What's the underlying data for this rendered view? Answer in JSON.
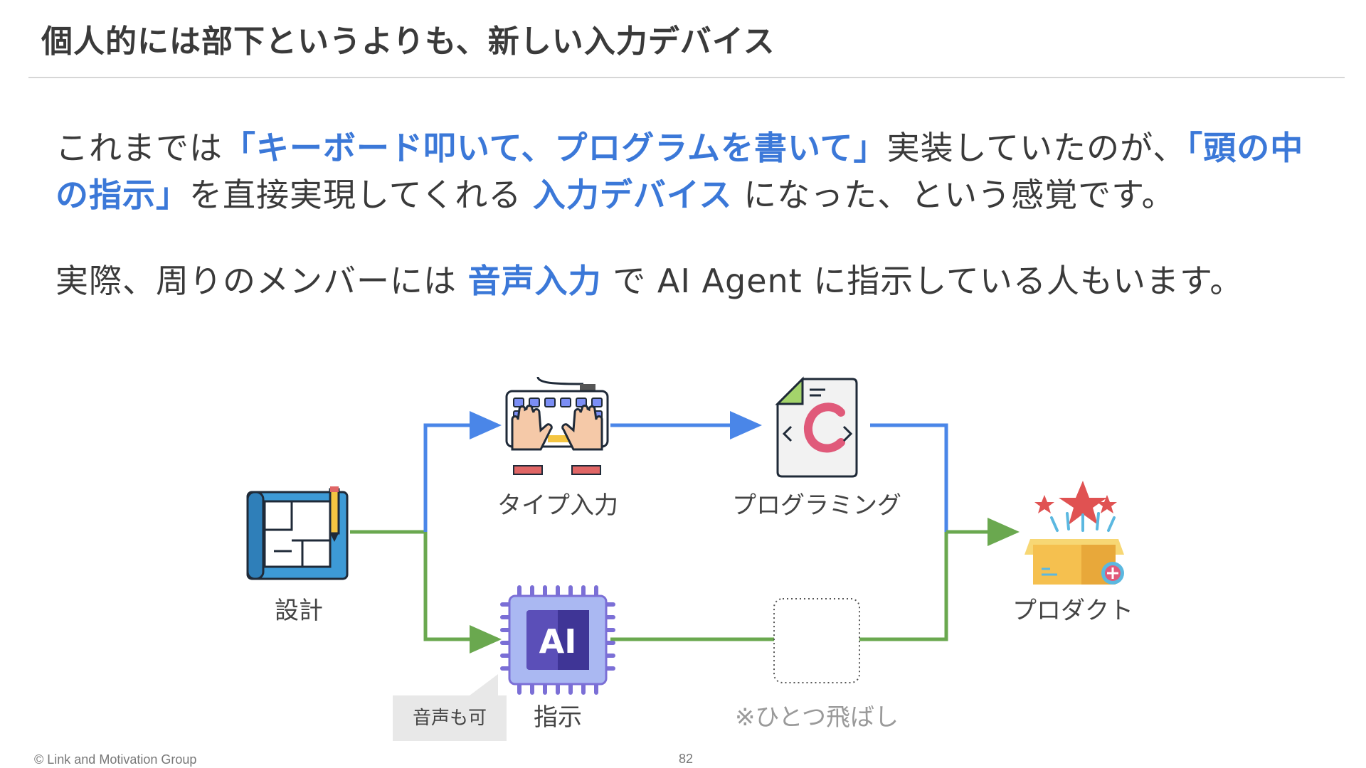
{
  "slide": {
    "title": "個人的には部下というよりも、新しい入力デバイス",
    "paragraph1": [
      {
        "text": "これまでは",
        "highlight": false
      },
      {
        "text": "「キーボード叩いて、プログラムを書いて」",
        "highlight": true
      },
      {
        "text": "実装していたのが、",
        "highlight": false
      },
      {
        "text": "「頭の中の指示」",
        "highlight": true
      },
      {
        "text": "を直接実現してくれる",
        "highlight": false
      },
      {
        "text": "入力デバイス",
        "highlight": true
      },
      {
        "text": "になった、という感覚です。",
        "highlight": false
      }
    ],
    "paragraph2": [
      {
        "text": "実際、周りのメンバーには",
        "highlight": false
      },
      {
        "text": "音声入力",
        "highlight": true
      },
      {
        "text": "で AI Agent に指示している人もいます。",
        "highlight": false
      }
    ]
  },
  "diagram": {
    "nodes": {
      "design": {
        "label": "設計",
        "icon": "blueprint-icon"
      },
      "typing": {
        "label": "タイプ入力",
        "icon": "keyboard-hands-icon"
      },
      "programming": {
        "label": "プログラミング",
        "icon": "code-file-icon"
      },
      "instruction": {
        "label": "指示",
        "icon": "ai-chip-icon"
      },
      "skip": {
        "label": "※ひとつ飛ばし",
        "icon": "empty-dotted-box"
      },
      "product": {
        "label": "プロダクト",
        "icon": "product-box-icon"
      }
    },
    "voice_bubble": "音声も可",
    "colors": {
      "top_path": "#4a86e8",
      "bottom_path": "#6aa84f",
      "accent_blue": "#3b78d8"
    }
  },
  "footer": {
    "copyright": "© Link and Motivation Group",
    "page_number": "82"
  }
}
